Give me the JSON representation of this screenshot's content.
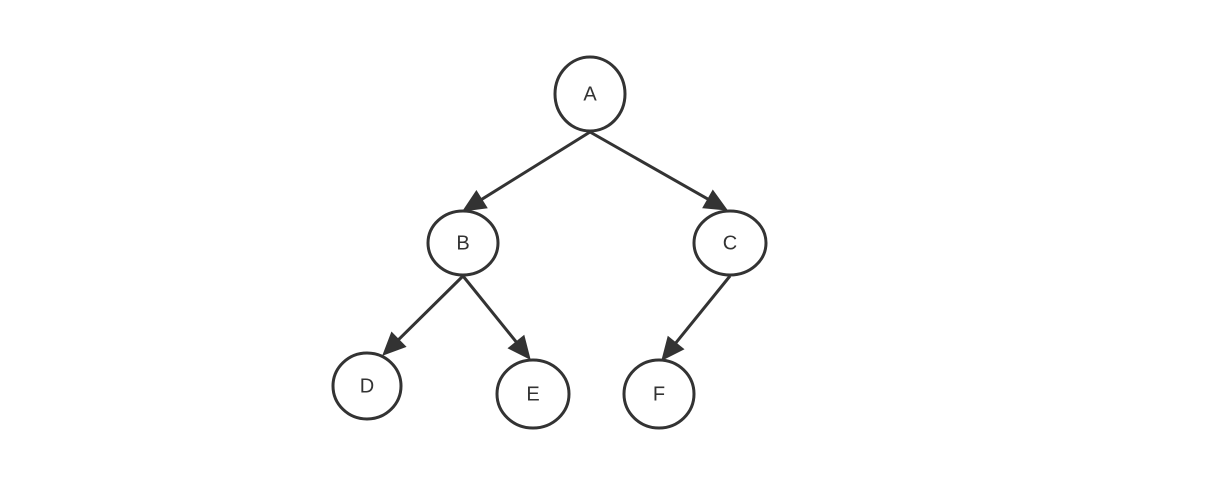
{
  "diagram": {
    "type": "binary-tree",
    "colors": {
      "stroke": "#333333",
      "fill": "#ffffff",
      "text": "#333333"
    },
    "nodes": [
      {
        "id": "A",
        "label": "A"
      },
      {
        "id": "B",
        "label": "B"
      },
      {
        "id": "C",
        "label": "C"
      },
      {
        "id": "D",
        "label": "D"
      },
      {
        "id": "E",
        "label": "E"
      },
      {
        "id": "F",
        "label": "F"
      }
    ],
    "edges": [
      {
        "from": "A",
        "to": "B"
      },
      {
        "from": "A",
        "to": "C"
      },
      {
        "from": "B",
        "to": "D"
      },
      {
        "from": "B",
        "to": "E"
      },
      {
        "from": "C",
        "to": "F"
      }
    ]
  }
}
